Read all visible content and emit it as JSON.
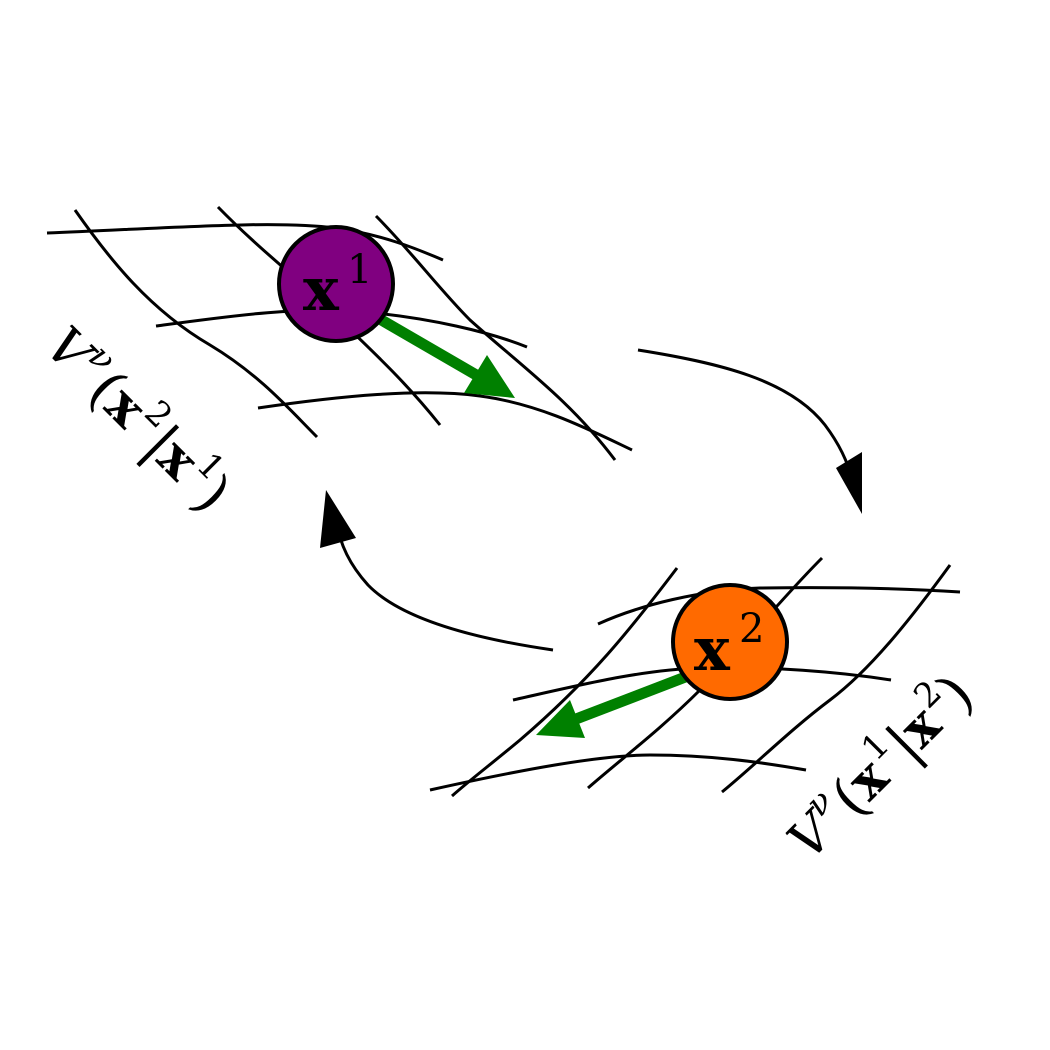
{
  "colors": {
    "background": "#ffffff",
    "x1_fill": "#800080",
    "x2_fill": "#ff6a00",
    "gradient_arrow": "#008000",
    "stroke": "#000000"
  },
  "nodes": {
    "x1": {
      "base": "x",
      "sup": "1"
    },
    "x2": {
      "base": "x",
      "sup": "2"
    }
  },
  "labels": {
    "left": {
      "V": "V",
      "nu": "ν",
      "open": "(",
      "x_a": "x",
      "sup_a": "2",
      "bar": "|",
      "x_b": "x",
      "sup_b": "1",
      "close": ")"
    },
    "right": {
      "V": "V",
      "nu": "ν",
      "open": "(",
      "x_a": "x",
      "sup_a": "1",
      "bar": "|",
      "x_b": "x",
      "sup_b": "2",
      "close": ")"
    }
  },
  "icons": {
    "loop_arrows": "curved-arrow-icon",
    "gradient_arrows": "gradient-arrow-icon"
  }
}
